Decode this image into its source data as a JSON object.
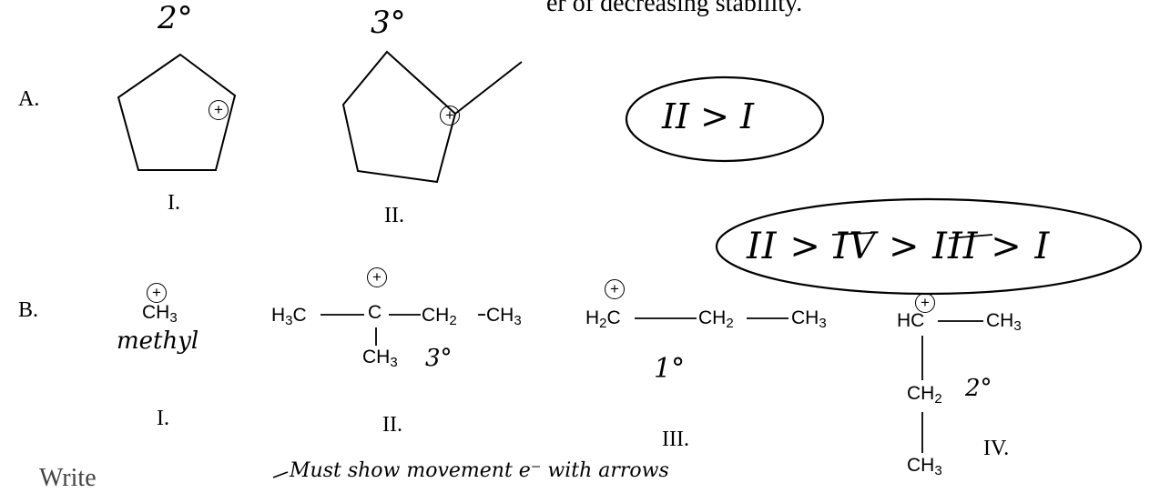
{
  "header": {
    "cut_text": "er of decreasing stability."
  },
  "part_a": {
    "label": "A.",
    "handwritten_2": "2°",
    "handwritten_3": "3°",
    "label_i": "I.",
    "label_ii": "II.",
    "answer": "II > I"
  },
  "part_b": {
    "label": "B.",
    "answer": "II > IV > III > I",
    "I": {
      "formula": "CH3",
      "note": "methyl",
      "label": "I."
    },
    "II": {
      "left": "H3C",
      "center": "C",
      "right": "CH2—CH3",
      "down": "CH3",
      "note": "3°",
      "label": "II."
    },
    "III": {
      "left": "H2C",
      "mid": "CH2",
      "right": "CH3",
      "note": "1°",
      "label": "III."
    },
    "IV": {
      "center": "HC",
      "right": "CH3",
      "down1": "CH2",
      "down2": "CH3",
      "note": "2°",
      "label": "IV."
    }
  },
  "footer": {
    "cut_text": "Write",
    "handwritten_note": "Must show movement e⁻ with arrows"
  }
}
